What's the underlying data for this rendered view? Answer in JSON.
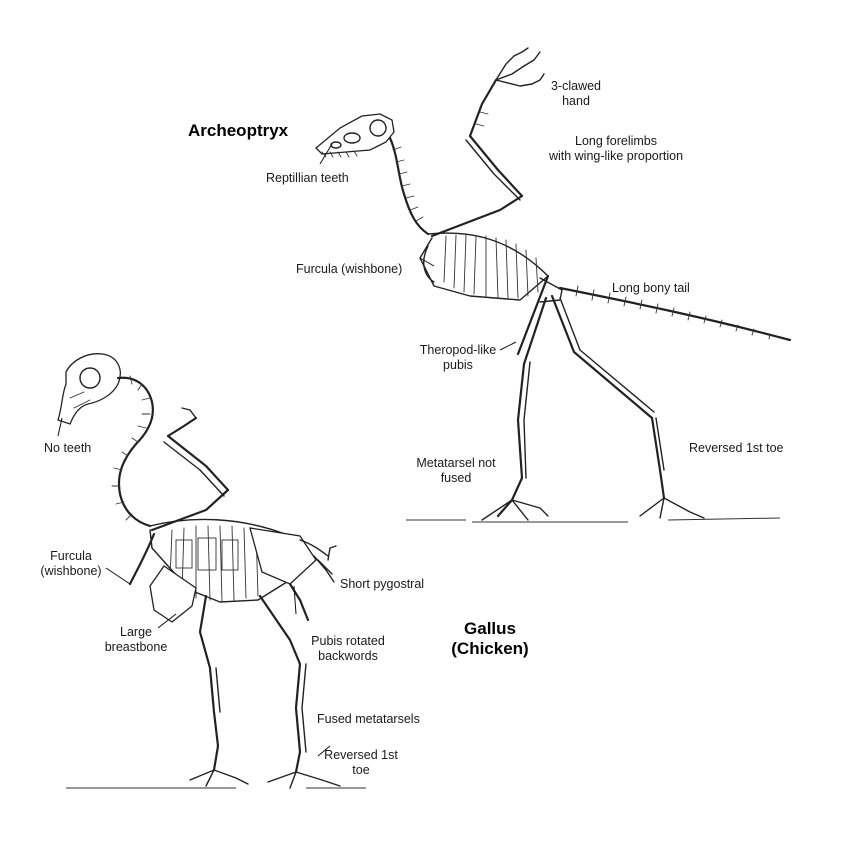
{
  "species": {
    "archaeopteryx": "Archeoptryx",
    "gallus_line1": "Gallus",
    "gallus_line2": "(Chicken)"
  },
  "archaeopteryx_labels": {
    "hand_line1": "3-clawed",
    "hand_line2": "hand",
    "forelimbs_line1": "Long forelimbs",
    "forelimbs_line2": "with wing-like proportion",
    "teeth": "Reptillian teeth",
    "furcula": "Furcula (wishbone)",
    "tail": "Long bony tail",
    "pubis_line1": "Theropod-like",
    "pubis_line2": "pubis",
    "metatarsel_line1": "Metatarsel not",
    "metatarsel_line2": "fused",
    "toe": "Reversed 1st toe"
  },
  "gallus_labels": {
    "no_teeth": "No teeth",
    "furcula_line1": "Furcula",
    "furcula_line2": "(wishbone)",
    "breastbone_line1": "Large",
    "breastbone_line2": "breastbone",
    "pygostyle": "Short pygostral",
    "pubis_line1": "Pubis rotated",
    "pubis_line2": "backwords",
    "metatarsals": "Fused metatarsels",
    "toe_line1": "Reversed 1st",
    "toe_line2": "toe"
  }
}
